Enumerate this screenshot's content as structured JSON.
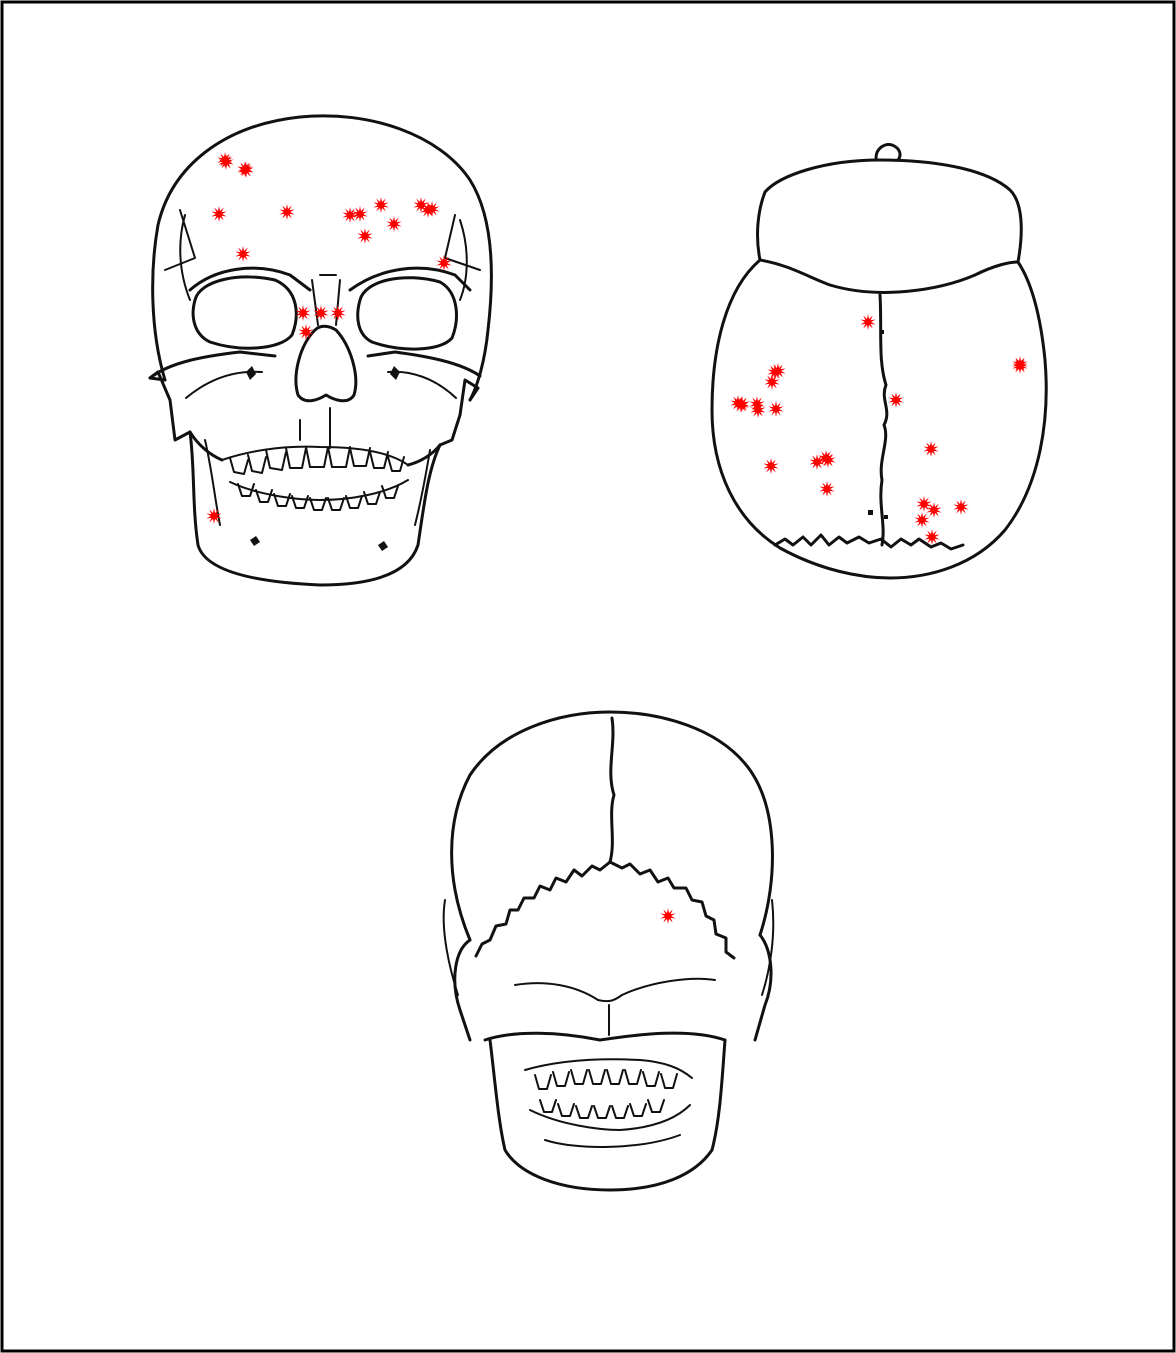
{
  "colors": {
    "frame": "#000000",
    "line_art": "#111111",
    "lesion_marker": "#ff0000",
    "background": "#ffffff"
  },
  "figure": {
    "views": [
      {
        "id": "frontal",
        "icon": "skull-frontal-view-icon",
        "marker_count": 21
      },
      {
        "id": "superior",
        "icon": "skull-superior-view-icon",
        "marker_count": 24
      },
      {
        "id": "posterior",
        "icon": "skull-posterior-view-icon",
        "marker_count": 1
      }
    ],
    "marker_icon": "red-star-marker-icon"
  }
}
